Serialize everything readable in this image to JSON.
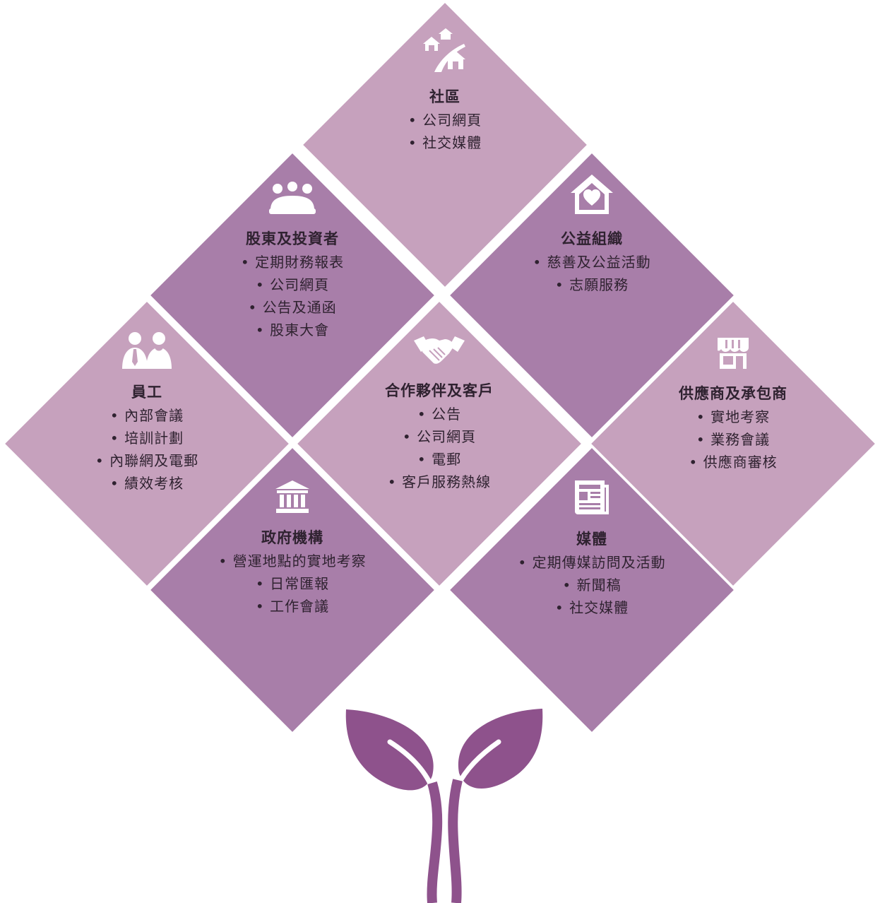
{
  "colors": {
    "light": "#c6a1bd",
    "dark": "#a87ea9",
    "sprout": "#8e528c"
  },
  "panels": [
    {
      "key": "community",
      "shade": "light",
      "icon": "houses-road-icon",
      "title": "社區",
      "items": [
        "公司網頁",
        "社交媒體"
      ]
    },
    {
      "key": "shareholders",
      "shade": "dark",
      "icon": "meeting-group-icon",
      "title": "股東及投資者",
      "items": [
        "定期財務報表",
        "公司網頁",
        "公告及通函",
        "股東大會"
      ]
    },
    {
      "key": "ngo",
      "shade": "dark",
      "icon": "house-heart-icon",
      "title": "公益組織",
      "items": [
        "慈善及公益活動",
        "志願服務"
      ]
    },
    {
      "key": "employees",
      "shade": "light",
      "icon": "staff-icon",
      "title": "員工",
      "items": [
        "內部會議",
        "培訓計劃",
        "內聯網及電郵",
        "績效考核"
      ]
    },
    {
      "key": "partners",
      "shade": "light",
      "icon": "handshake-icon",
      "title": "合作夥伴及客戶",
      "items": [
        "公告",
        "公司網頁",
        "電郵",
        "客戶服務熱線"
      ]
    },
    {
      "key": "suppliers",
      "shade": "light",
      "icon": "storefront-icon",
      "title": "供應商及承包商",
      "items": [
        "實地考察",
        "業務會議",
        "供應商審核"
      ]
    },
    {
      "key": "government",
      "shade": "dark",
      "icon": "government-building-icon",
      "title": "政府機構",
      "items": [
        "營運地點的實地考察",
        "日常匯報",
        "工作會議"
      ]
    },
    {
      "key": "media",
      "shade": "dark",
      "icon": "newspaper-icon",
      "title": "媒體",
      "items": [
        "定期傳媒訪問及活動",
        "新聞稿",
        "社交媒體"
      ]
    }
  ]
}
